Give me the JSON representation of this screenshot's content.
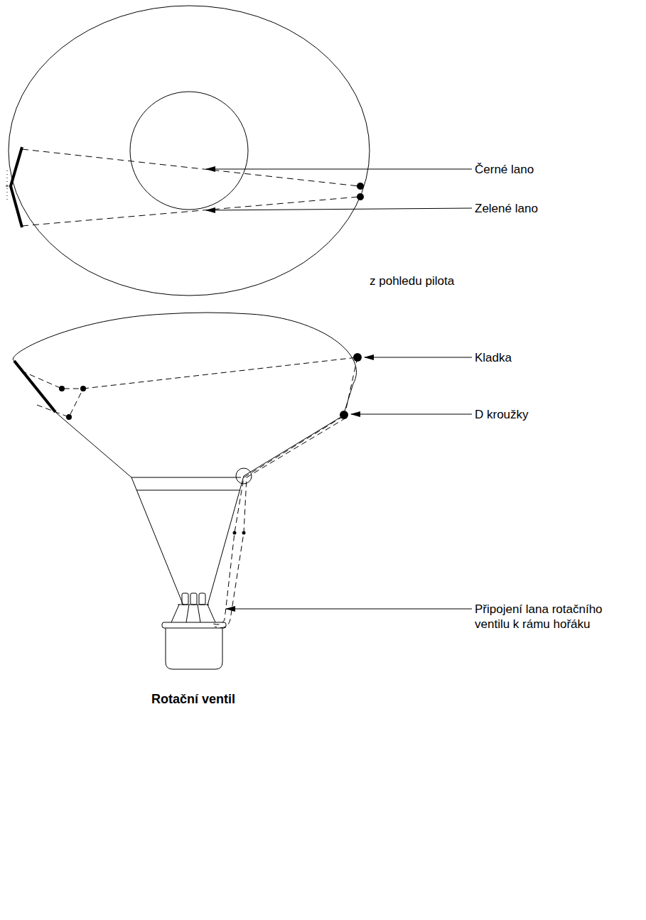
{
  "diagram": {
    "caption": "Rotační ventil",
    "labels": [
      "Černé lano",
      "Zelené lano",
      "z pohledu pilota",
      "Kladka",
      "D kroužky",
      "Připojení lana rotačního ventilu k rámu hořáku"
    ]
  }
}
